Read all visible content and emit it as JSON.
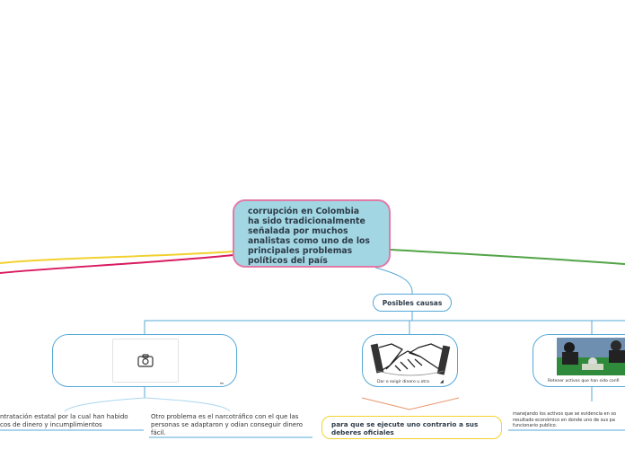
{
  "central": {
    "text": "corrupción en Colombia\n ha sido tradicionalmente\nseñalada por muchos\nanalistas como uno de los\nprincipales problemas\npolíticos del país"
  },
  "causes": {
    "label": "Posibles causas"
  },
  "cards": [
    {
      "caption": "",
      "icon": "camera-icon"
    },
    {
      "caption": "Dar o exigir dinero u otra"
    },
    {
      "caption": "Retener activos que han sido confi"
    }
  ],
  "leaves": {
    "left": "ntratación estatal por la cual han habido\ncos de dinero y incumplimientos",
    "middle": "Otro problema es el narcotráfico con el que las\npersonas se adaptaron y odian conseguir dinero\nfácil.",
    "highlight": "para que se ejecute uno contrario a sus\ndeberes oficiales",
    "right": "manejando los activos que se evidencia en so\nresultado económico en donde uno de sus pa\nfuncionario publico."
  },
  "colors": {
    "central_fill": "#a2d6e3",
    "central_border": "#e27aa8",
    "blue_branch": "#55a8d8",
    "yellow_branch": "#f2d12e",
    "magenta_branch": "#d81b60",
    "green_branch": "#52a447",
    "orange_branch": "#e8956c"
  }
}
